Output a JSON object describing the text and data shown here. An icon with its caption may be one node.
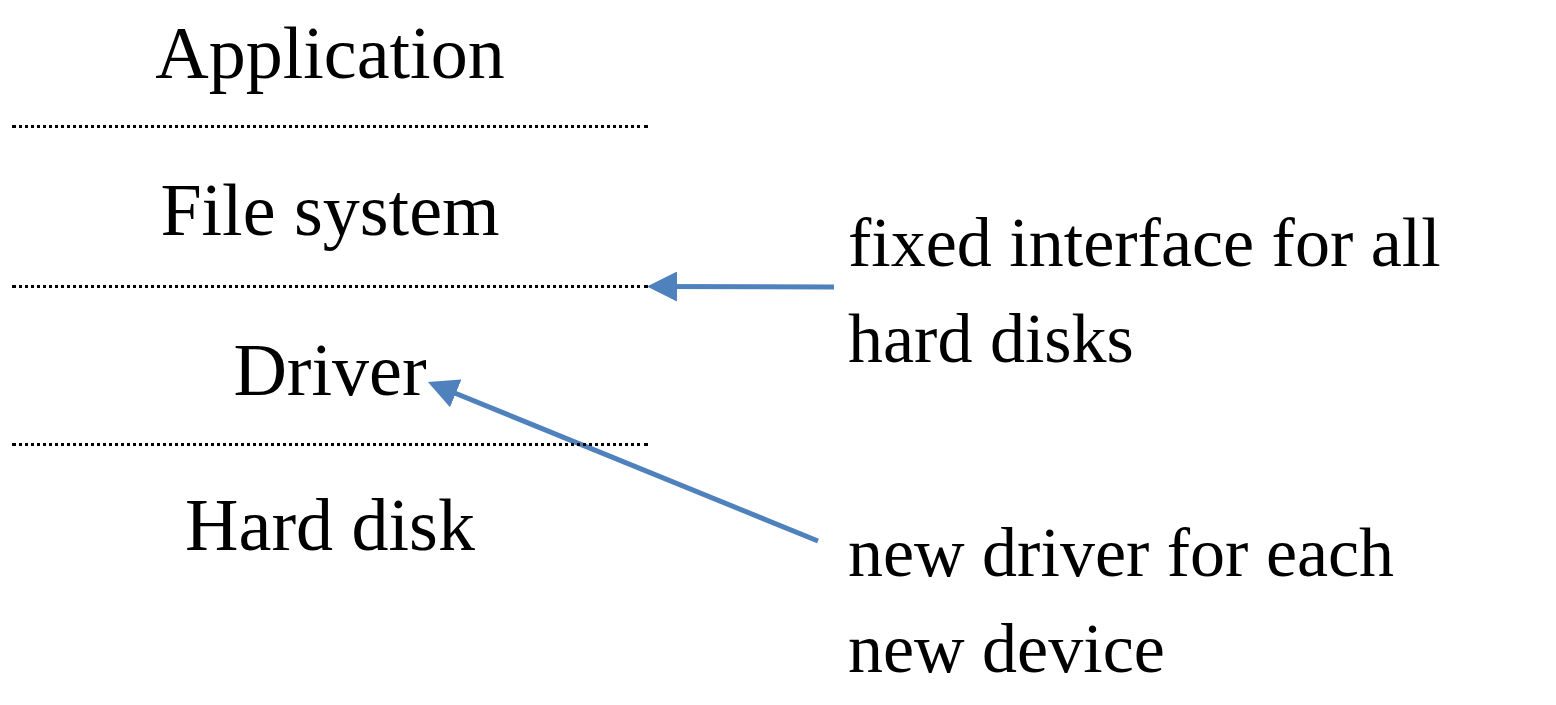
{
  "diagram": {
    "nodes": [
      {
        "text": [
          "Application"
        ]
      },
      {
        "text": [
          "File system"
        ]
      },
      {
        "text": [],
        "shape": "line"
      },
      {
        "text": [
          "Driver"
        ]
      },
      {
        "text": [
          "Hard disk"
        ]
      },
      {
        "text": [
          "fixed interface for all hard disks"
        ]
      },
      {
        "text": [
          "new driver for each new device"
        ]
      }
    ],
    "edges": [
      {
        "from": 5,
        "to": 2,
        "arrow": "to"
      },
      {
        "from": 6,
        "to": 3,
        "arrow": "to"
      }
    ]
  }
}
